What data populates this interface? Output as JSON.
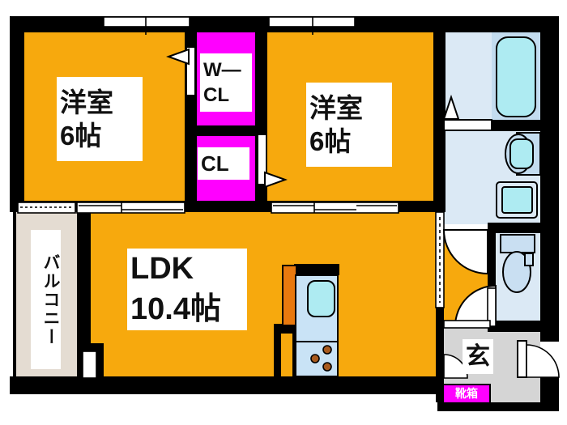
{
  "plan": {
    "type": "apartment-floorplan",
    "labels": {
      "bedroom1": {
        "name": "洋室",
        "size": "6帖"
      },
      "bedroom2": {
        "name": "洋室",
        "size": "6帖"
      },
      "ldk": {
        "name": "LDK",
        "size": "10.4帖"
      },
      "wcl": {
        "line1": "W—",
        "line2": "CL"
      },
      "cl": "CL",
      "balcony": "バルコニー",
      "entrance": "玄",
      "shoebox": "靴箱"
    },
    "fixtures": [
      "bathtub",
      "washbasin",
      "washing-machine-pan",
      "toilet",
      "kitchen-sink",
      "stove-burners",
      "refrigerator-space"
    ],
    "colors": {
      "room_fill": "#F7A90D",
      "closet_fill": "#FF00FF",
      "wet_area_bg": "#DBE9F5",
      "wet_area_mid": "#C3DCEF",
      "fixture_cyan": "#AEEBF2",
      "toilet_fill": "#C9DFF2",
      "balcony_fill": "#E4DCD2",
      "entrance_fill": "#D5D5D5",
      "kitchen_counter": "#C9E3F6",
      "accent_orange": "#E8790E",
      "burner_brown": "#A85A1E",
      "wall": "#000000"
    }
  }
}
